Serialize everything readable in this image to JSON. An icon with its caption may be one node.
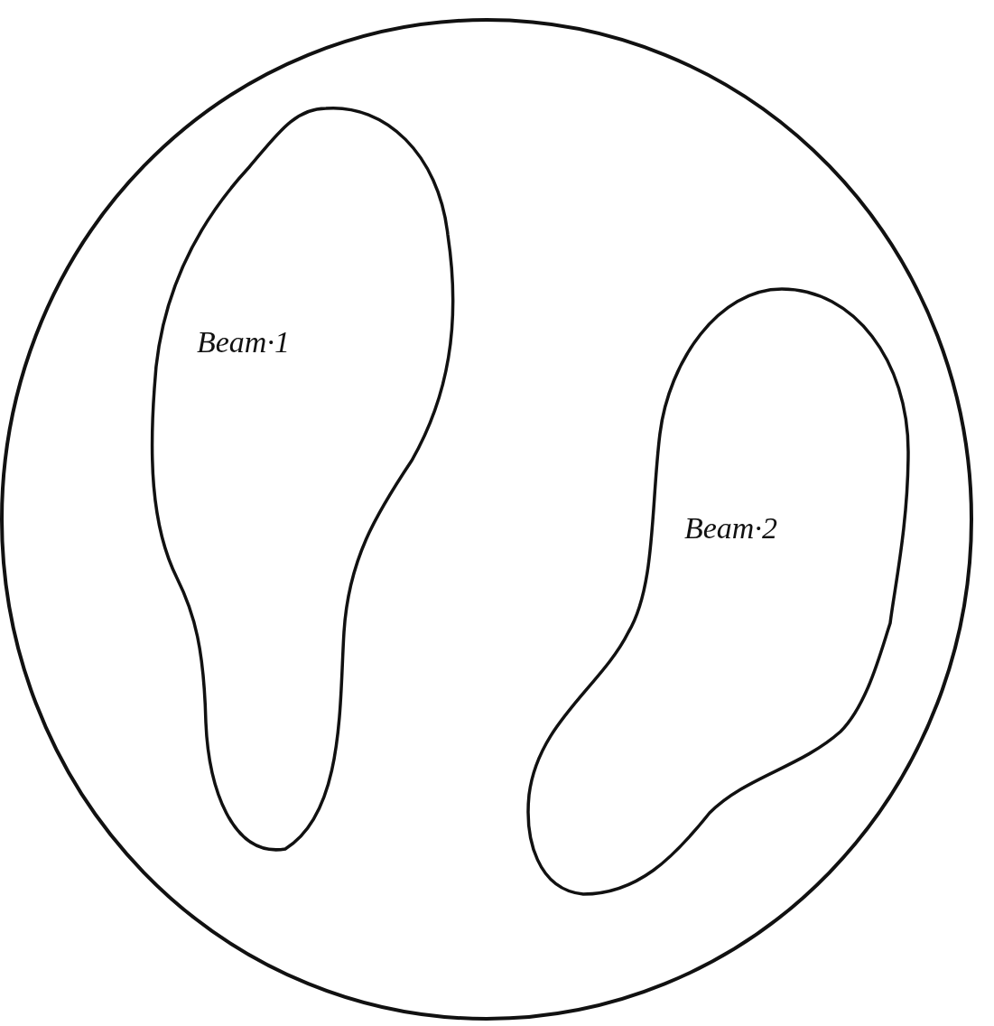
{
  "diagram": {
    "nodes": [
      {
        "text": [],
        "shape": "circle"
      },
      {
        "text": [
          "Beam·1"
        ],
        "in": 0
      },
      {
        "text": [
          "Beam·2"
        ],
        "in": 0
      }
    ]
  }
}
